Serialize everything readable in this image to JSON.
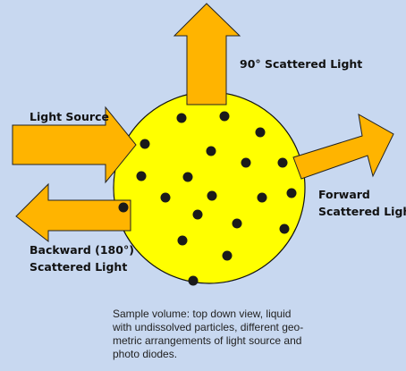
{
  "labels": {
    "scattered_90": "90° Scattered Light",
    "light_source": "Light Source",
    "forward_line1": "Forward",
    "forward_line2": "Scattered Light",
    "backward_line1": "Backward (180°)",
    "backward_line2": "Scattered Light"
  },
  "caption": {
    "line1": "Sample volume: top down view, liquid",
    "line2": "with undissolved particles, different geo-",
    "line3": "metric arrangements of light source and",
    "line4": "photo diodes."
  },
  "colors": {
    "background": "#c8d8f0",
    "sample": "#ffff00",
    "arrow_fill": "#ffb400",
    "particle": "#1a1a1a"
  }
}
